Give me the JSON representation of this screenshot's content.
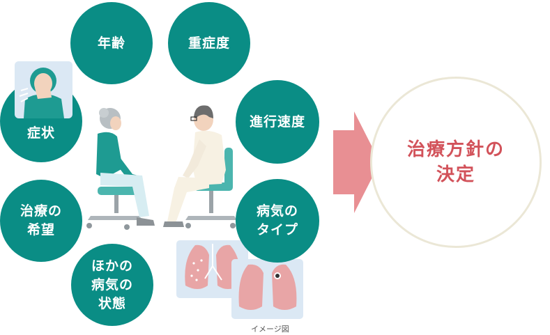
{
  "factors": {
    "age": "年齢",
    "severity": "重症度",
    "progression": "進行速度",
    "symptoms": "症状",
    "hope_line1": "治療の",
    "hope_line2": "希望",
    "type_line1": "病気の",
    "type_line2": "タイプ",
    "other_line1": "ほかの",
    "other_line2": "病気の",
    "other_line3": "状態"
  },
  "result": {
    "line1": "治療方針の",
    "line2": "決定"
  },
  "caption": "イメージ図",
  "colors": {
    "factor_circle": "#0a8d85",
    "arrow": "#e88f93",
    "result_text": "#d2525a",
    "result_border": "#ebe7d6"
  }
}
